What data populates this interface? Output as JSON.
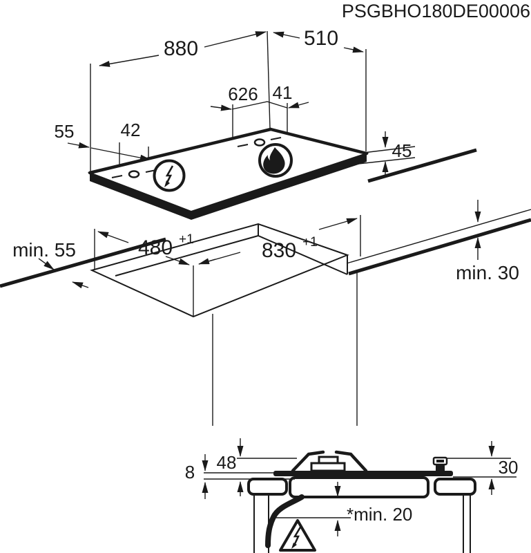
{
  "title": "PSGBHO180DE00006",
  "colors": {
    "line": "#1a1a1a",
    "background": "#ffffff"
  },
  "labels": {
    "code": "PSGBHO180DE00006",
    "top": {
      "w": "880",
      "d": "510",
      "a": "626",
      "b": "41",
      "c": "55",
      "e": "42",
      "h": "45"
    },
    "mid": {
      "rear": "min. 55",
      "depth": "480",
      "depthTol": "+1",
      "width": "830",
      "widthTol": "+1",
      "front": "min. 30"
    },
    "bottom": {
      "glass": "8",
      "burner": "48",
      "fitting": "30",
      "clearance": "*min. 20"
    }
  },
  "icons": {
    "flame": "flame-icon",
    "lightning": "lightning-icon",
    "hazard": "hazard-lightning-icon"
  }
}
